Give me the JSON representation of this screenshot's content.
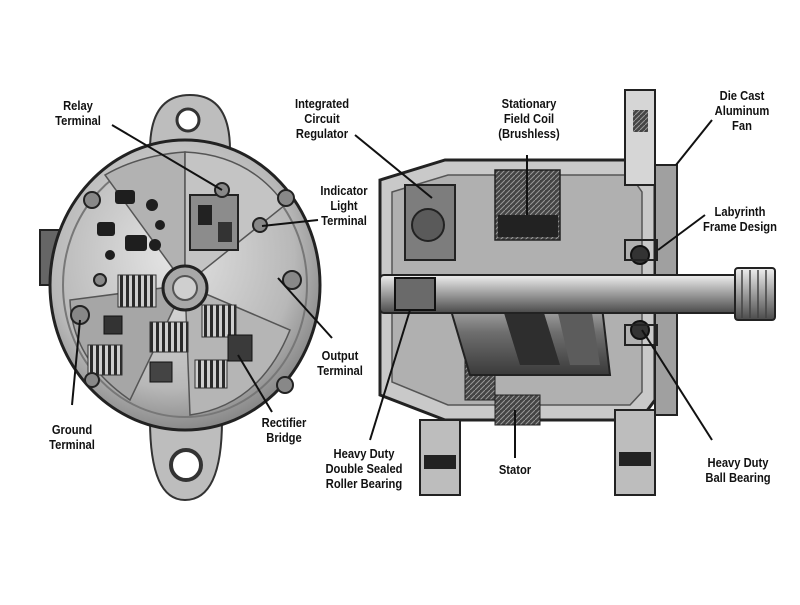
{
  "labels": {
    "relay_terminal": [
      "Relay",
      "Terminal"
    ],
    "integrated_circuit_regulator": [
      "Integrated",
      "Circuit",
      "Regulator"
    ],
    "stationary_field_coil": [
      "Stationary",
      "Field Coil",
      "(Brushless)"
    ],
    "die_cast_aluminum_fan": [
      "Die Cast",
      "Aluminum",
      "Fan"
    ],
    "indicator_light_terminal": [
      "Indicator",
      "Light",
      "Terminal"
    ],
    "labyrinth_frame_design": [
      "Labyrinth",
      "Frame Design"
    ],
    "output_terminal": [
      "Output",
      "Terminal"
    ],
    "ground_terminal": [
      "Ground",
      "Terminal"
    ],
    "rectifier_bridge": [
      "Rectifier",
      "Bridge"
    ],
    "roller_bearing": [
      "Heavy Duty",
      "Double Sealed",
      "Roller Bearing"
    ],
    "stator": [
      "Stator"
    ],
    "ball_bearing": [
      "Heavy Duty",
      "Ball Bearing"
    ]
  },
  "colors": {
    "metal_light": "#d4d4d4",
    "metal_mid": "#9a9a9a",
    "metal_dark": "#555555",
    "shadow": "#222222",
    "label_text": "#111111"
  }
}
